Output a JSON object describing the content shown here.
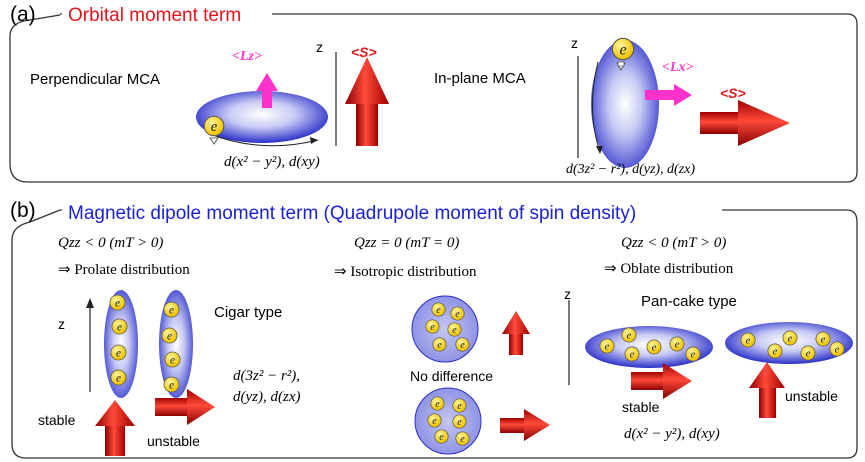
{
  "panel_a": {
    "label": "(a)",
    "title": "Orbital moment term",
    "perp_label": "Perpendicular MCA",
    "inplane_label": "In-plane MCA",
    "lz_label": "<Lz>",
    "s_label_1": "<S>",
    "lx_label": "<Lx>",
    "s_label_2": "<S>",
    "z_axis_1": "z",
    "z_axis_2": "z",
    "formula_perp": "d(x² − y²), d(xy)",
    "formula_inplane": "d(3z² − r²), d(yz), d(zx)",
    "electron": "e"
  },
  "panel_b": {
    "label": "(b)",
    "title": "Magnetic dipole moment term (Quadrupole moment of spin density)",
    "col1_eq": "Qzz < 0 (mT > 0)",
    "col1_dist": "⇒ Prolate distribution",
    "col2_eq": "Qzz = 0 (mT = 0)",
    "col2_dist": "⇒ Isotropic distribution",
    "col3_eq": "Qzz < 0 (mT > 0)",
    "col3_dist": "⇒ Oblate distribution",
    "cigar_label": "Cigar type",
    "pancake_label": "Pan-cake type",
    "no_diff_label": "No difference",
    "stable_1": "stable",
    "unstable_1": "unstable",
    "stable_2": "stable",
    "unstable_2": "unstable",
    "z_axis_1": "z",
    "z_axis_2": "z",
    "formula_cigar_1": "d(3z² − r²),",
    "formula_cigar_2": "d(yz), d(zx)",
    "formula_pancake": "d(x² − y²), d(xy)"
  },
  "colors": {
    "red_title": "#e8141b",
    "blue_title": "#1a22d8",
    "magenta_arrow": "#ff33cc",
    "red_arrow": "#e01010",
    "orbital_blue": "#2a2fc8",
    "electron_yellow": "#f5d000"
  }
}
